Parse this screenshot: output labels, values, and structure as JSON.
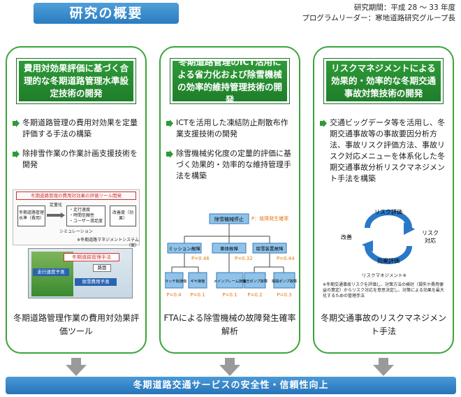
{
  "title": "研究の概要",
  "meta": {
    "period": "研究期間：平成 28 ～ 33 年度",
    "leader": "プログラムリーダー：寒地道路研究グループ長"
  },
  "columns": [
    {
      "heading": "費用対効果評価に基づく合理的な冬期道路管理水準設定技術の開発",
      "bullets": [
        "冬期道路管理の費用対効果を定量評価する手法の構築",
        "除排雪作業の作業計画支援技術を開発"
      ],
      "figure": {
        "tool_title": "冬期道路管理の費用対効果の評価ツール開発",
        "box_left": "冬期道路管理水準（費用）",
        "box_center_items": [
          "・走行速度",
          "・時間信頼性",
          "・ユーザー満足度"
        ],
        "box_right": "改善度（効果）",
        "arrow_label_top": "定量化",
        "arrow_label_bottom": "シミュレーション",
        "footnote": "※冬期道路マネジメントシステム（案）",
        "screen_title": "冬期道路管理手法",
        "screen_btn1": "走行速度予測",
        "screen_btn2": "除雪費用予測",
        "screen_btn3": "路面"
      },
      "caption": "冬期道路管理作業の費用対効果評価ツール"
    },
    {
      "heading": "冬期道路管理のICT活用による省力化および除雪機械の効率的維持管理技術の開発",
      "bullets": [
        "ICTを活用した凍結防止剤散布作業支援技術の開発",
        "除雪機械劣化度の定量的評価に基づく効果的・効率的な維持管理手法を構築"
      ],
      "fta": {
        "top": "除雪機械停止",
        "top_prob": "P：故障発生確率",
        "mid": [
          "ミッション故障",
          "車体故障",
          "除雪装置故障"
        ],
        "mid_probs": [
          "P=0.46",
          "P=0.32",
          "P=0.44"
        ],
        "low": [
          "クラッチ板損傷",
          "ギヤ損傷",
          "メインフレーム損傷",
          "油圧ポンプ故障",
          "電磁ポンプ故障"
        ],
        "low_probs": [
          "P=0.4",
          "P=0.1",
          "P=0.1",
          "P=0.2",
          "P=0.3"
        ]
      },
      "caption": "FTAによる除雪機械の故障発生確率解析"
    },
    {
      "heading": "リスクマネジメントによる効果的・効率的な冬期交通事故対策技術の開発",
      "bullets": [
        "交通ビッグデータ等を活用し、冬期交通事故等の事故要因分析方法、事故リスク評価方法、事故リスク対応メニューを体系化した冬期交通事故分析リスクマネジメント手法を構築"
      ],
      "cycle": {
        "top": "リスク評価",
        "right": "リスク対応",
        "bottom": "効果評価",
        "left": "改善",
        "label": "リスクマネジメント※",
        "note": "※冬期交通事故リスクを評価し、対策方法の検討（損失や費用便益の算定）からリスク対応を意思決定し、対策による効果を最大化するための管理手法"
      },
      "caption": "冬期交通事故のリスクマネジメント手法"
    }
  ],
  "bottom_banner": "冬期道路交通サービスの安全性・信頼性向上",
  "colors": {
    "green": "#2e9a38",
    "blue": "#2a7cc0",
    "fta_box": "#8fc3ea",
    "fta_prob": "#e07a10",
    "red_title": "#d23030",
    "cycle_blue": "#2a78c8"
  }
}
